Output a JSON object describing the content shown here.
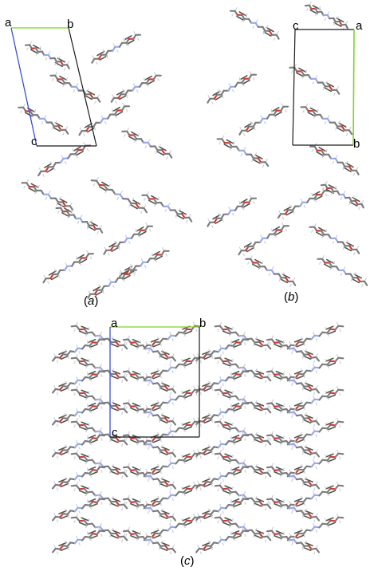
{
  "panels": [
    {
      "id": "a",
      "caption_open": "(",
      "caption_letter": "a",
      "caption_close": ")",
      "axis_labels": {
        "origin": "a",
        "horizontal_end": "b",
        "vertical_end": "c"
      }
    },
    {
      "id": "b",
      "caption_open": "(",
      "caption_letter": "b",
      "caption_close": ")",
      "axis_labels": {
        "origin": "c",
        "horizontal_end": "a",
        "vertical_end": "b"
      }
    },
    {
      "id": "c",
      "caption_open": "(",
      "caption_letter": "c",
      "caption_close": ")",
      "axis_labels": {
        "origin": "a",
        "horizontal_end": "b",
        "vertical_end": "c"
      }
    }
  ],
  "colors": {
    "axis_a": "#3b4fd8",
    "axis_b": "#7ed321",
    "axis_c": "#1a1a1a",
    "carbon": "#7d7d7d",
    "carbon_dark": "#555555",
    "nitrogen": "#9aa8e8",
    "oxygen": "#d23a2a",
    "hydrogen": "#cfcfcf"
  }
}
